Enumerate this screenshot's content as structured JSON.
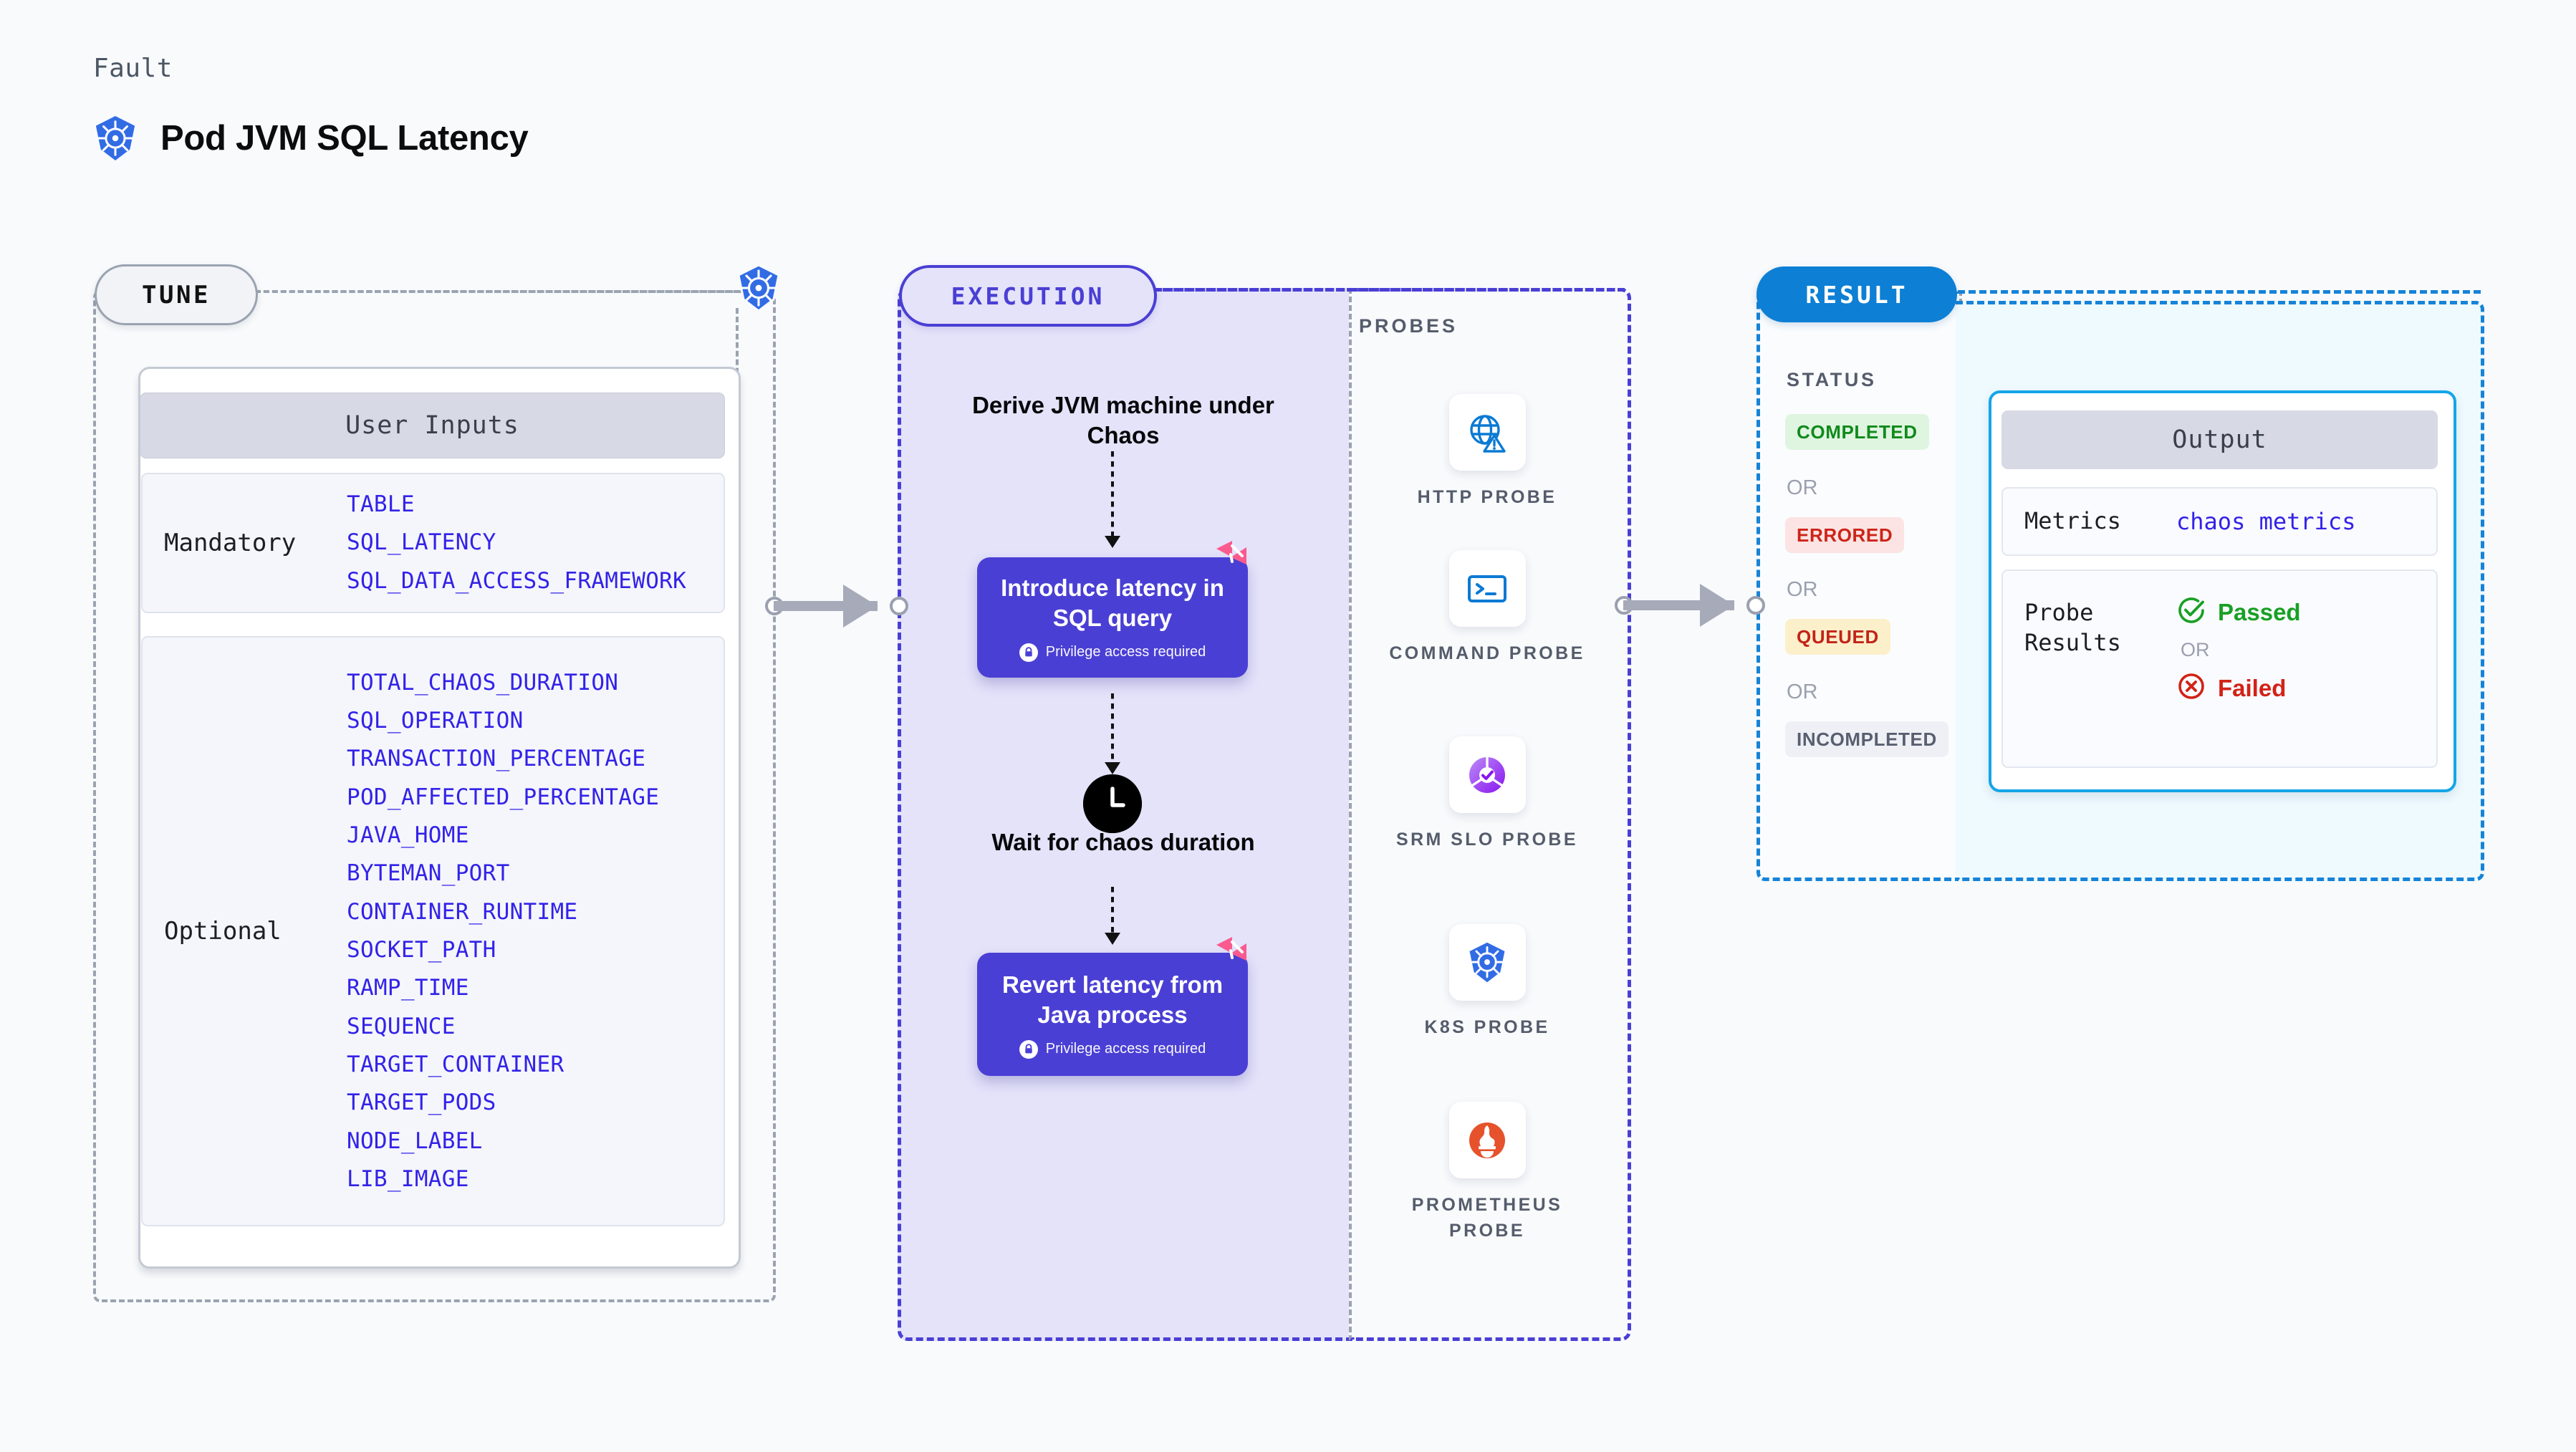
{
  "header": {
    "kicker": "Fault",
    "title": "Pod JVM SQL Latency",
    "icon": "kubernetes-icon"
  },
  "tune": {
    "pill_label": "TUNE",
    "badge_icon": "kubernetes-icon",
    "card_title": "User Inputs",
    "groups": [
      {
        "category": "Mandatory",
        "params": [
          "TABLE",
          "SQL_LATENCY",
          "SQL_DATA_ACCESS_FRAMEWORK"
        ]
      },
      {
        "category": "Optional",
        "params": [
          "TOTAL_CHAOS_DURATION",
          "SQL_OPERATION",
          "TRANSACTION_PERCENTAGE",
          "POD_AFFECTED_PERCENTAGE",
          "JAVA_HOME",
          "BYTEMAN_PORT",
          "CONTAINER_RUNTIME",
          "SOCKET_PATH",
          "RAMP_TIME",
          "SEQUENCE",
          "TARGET_CONTAINER",
          "TARGET_PODS",
          "NODE_LABEL",
          "LIB_IMAGE"
        ]
      }
    ]
  },
  "execution": {
    "pill_label": "EXECUTION",
    "step_1_text": "Derive JVM machine under Chaos",
    "step_2": {
      "title": "Introduce latency in SQL query",
      "note": "Privilege access required",
      "note_icon": "lock-icon",
      "corner_icon": "harness-logo-icon"
    },
    "step_3_icon": "clock-icon",
    "step_3_text": "Wait for chaos duration",
    "step_4": {
      "title": "Revert latency from Java process",
      "note": "Privilege access required",
      "note_icon": "lock-icon",
      "corner_icon": "harness-logo-icon"
    }
  },
  "probes": {
    "label": "PROBES",
    "items": [
      {
        "name": "HTTP PROBE",
        "icon": "globe-warning-icon"
      },
      {
        "name": "COMMAND PROBE",
        "icon": "terminal-icon"
      },
      {
        "name": "SRM SLO PROBE",
        "icon": "slo-donut-check-icon"
      },
      {
        "name": "K8S PROBE",
        "icon": "kubernetes-icon"
      },
      {
        "name": "PROMETHEUS PROBE",
        "icon": "prometheus-icon"
      }
    ]
  },
  "result": {
    "pill_label": "RESULT",
    "status_label": "STATUS",
    "or_text": "OR",
    "statuses": [
      {
        "label": "COMPLETED",
        "bg": "#dff5e0",
        "fg": "#108a1c"
      },
      {
        "label": "ERRORED",
        "bg": "#fbe4e3",
        "fg": "#cd2418"
      },
      {
        "label": "QUEUED",
        "bg": "#fcf0cb",
        "fg": "#c22418"
      },
      {
        "label": "INCOMPLETED",
        "bg": "#eef0f5",
        "fg": "#585f70"
      }
    ]
  },
  "output": {
    "title": "Output",
    "metrics_key": "Metrics",
    "metrics_value": "chaos metrics",
    "probe_results_key": "Probe Results",
    "passed_label": "Passed",
    "passed_icon": "check-circle-icon",
    "or_text": "OR",
    "failed_label": "Failed",
    "failed_icon": "x-circle-icon"
  },
  "colors": {
    "canvas": "#f8fafc",
    "accent_purple": "#4a3fd4",
    "accent_blue": "#0d7fd4",
    "accent_cyan": "#14a5e8",
    "param_blue": "#3322e8",
    "harness_pink": "#fa5b8e",
    "k8s_blue": "#326ce5",
    "prometheus_orange": "#e6522c",
    "gray_border": "#9aa3b0"
  }
}
